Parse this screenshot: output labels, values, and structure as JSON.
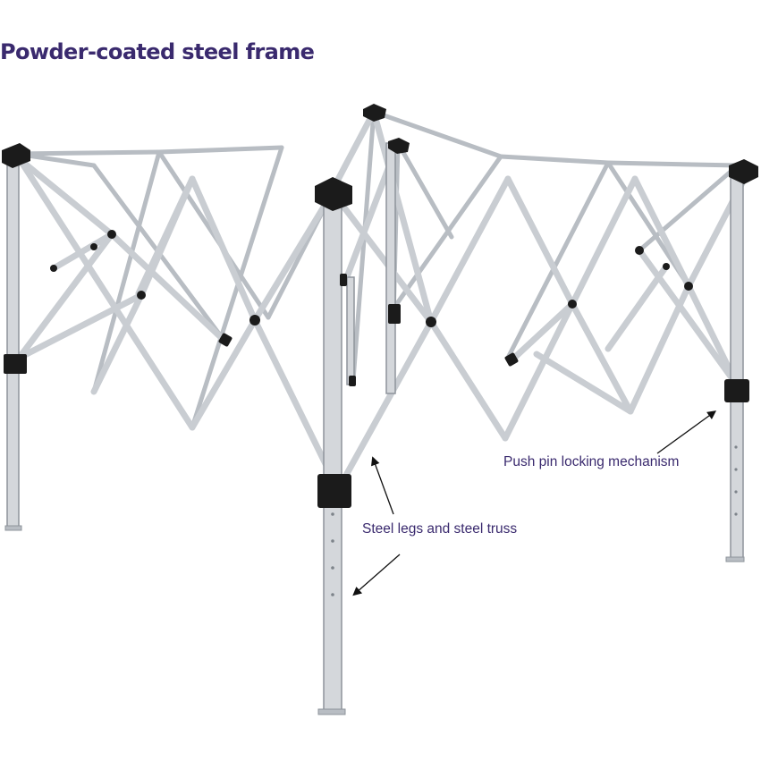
{
  "title": "Powder-coated steel frame",
  "annotations": {
    "lock": "Push pin locking mechanism",
    "legs": "Steel legs and steel truss"
  },
  "colors": {
    "title": "#3a2a6e",
    "steel": "#c9cdd2",
    "steel_edge": "#8e949b",
    "connector": "#1b1b1b"
  }
}
